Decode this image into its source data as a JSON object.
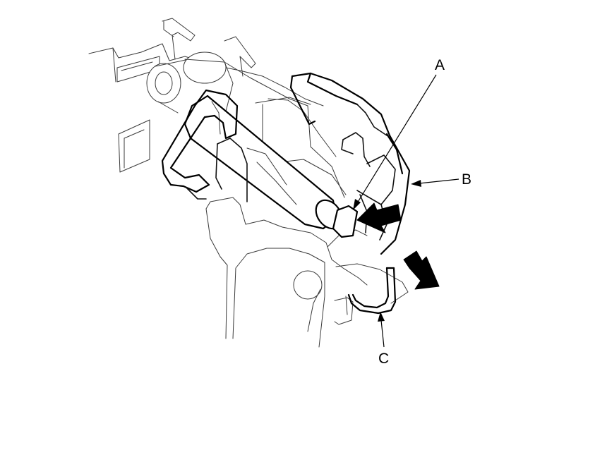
{
  "callouts": {
    "a": "A",
    "b": "B",
    "c": "C"
  },
  "arrows": {
    "push": "push-direction-arrow",
    "pull": "pull-direction-arrow"
  }
}
